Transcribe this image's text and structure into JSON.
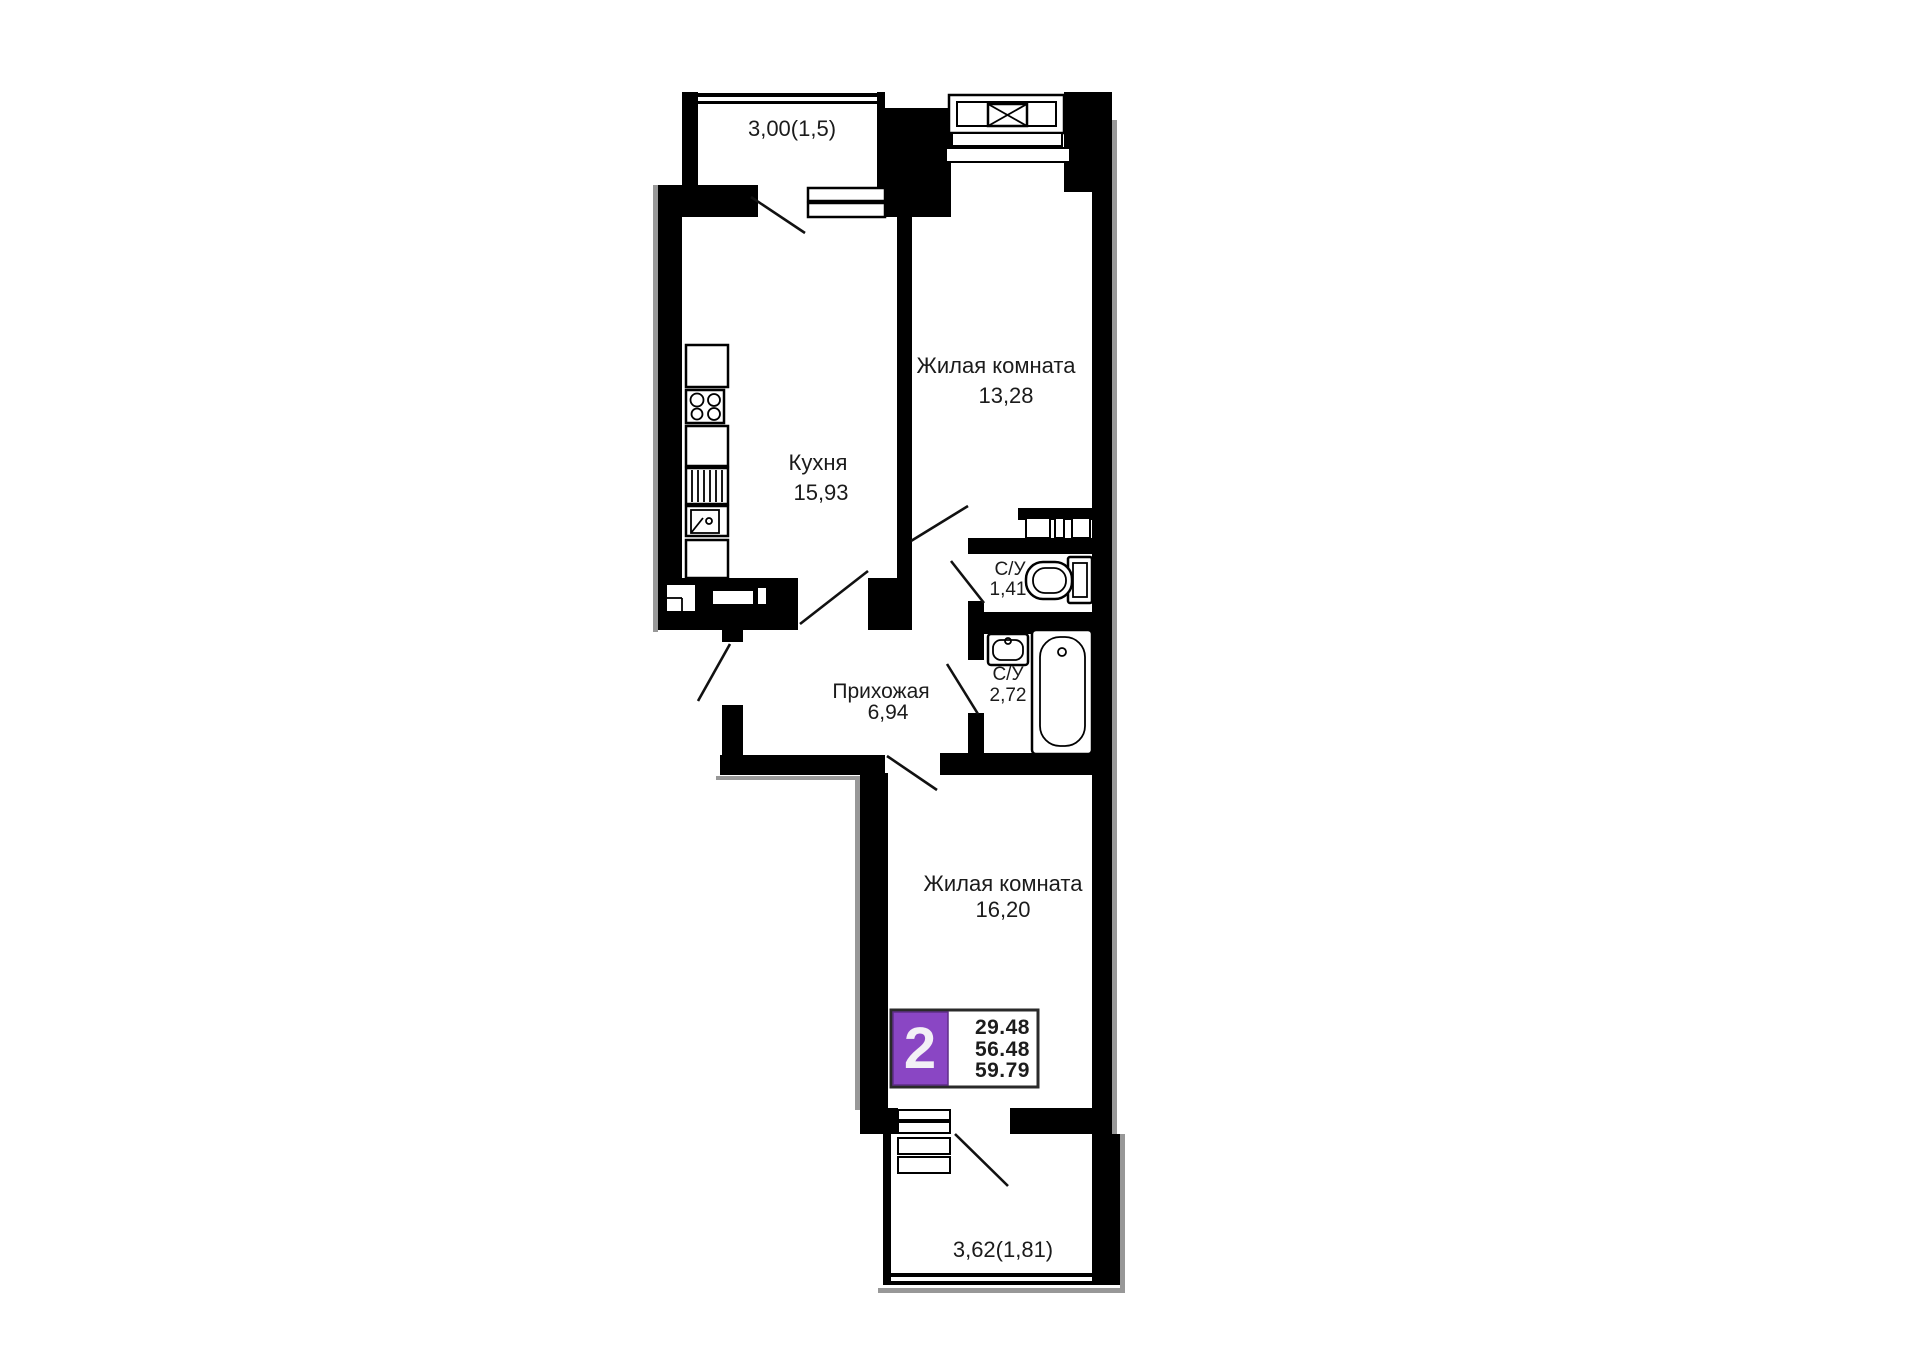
{
  "plan": {
    "rooms": {
      "living1": {
        "name": "Жилая комната",
        "area": "13,28"
      },
      "kitchen": {
        "name": "Кухня",
        "area": "15,93"
      },
      "wc": {
        "name": "С/У",
        "area": "1,41"
      },
      "bathroom": {
        "name": "С/У",
        "area": "2,72"
      },
      "hallway": {
        "name": "Прихожая",
        "area": "6,94"
      },
      "living2": {
        "name": "Жилая комната",
        "area": "16,20"
      },
      "balcony_top": {
        "area_label": "3,00(1,5)"
      },
      "balcony_bottom": {
        "area_label": "3,62(1,81)"
      }
    },
    "info_badge": {
      "room_count": "2",
      "areas": [
        "29.48",
        "56.48",
        "59.79"
      ],
      "accent_color": "#8a46c4"
    },
    "colors": {
      "walls": "#000000",
      "shadow": "#989898",
      "text": "#1b1b1b",
      "background": "#ffffff"
    }
  }
}
